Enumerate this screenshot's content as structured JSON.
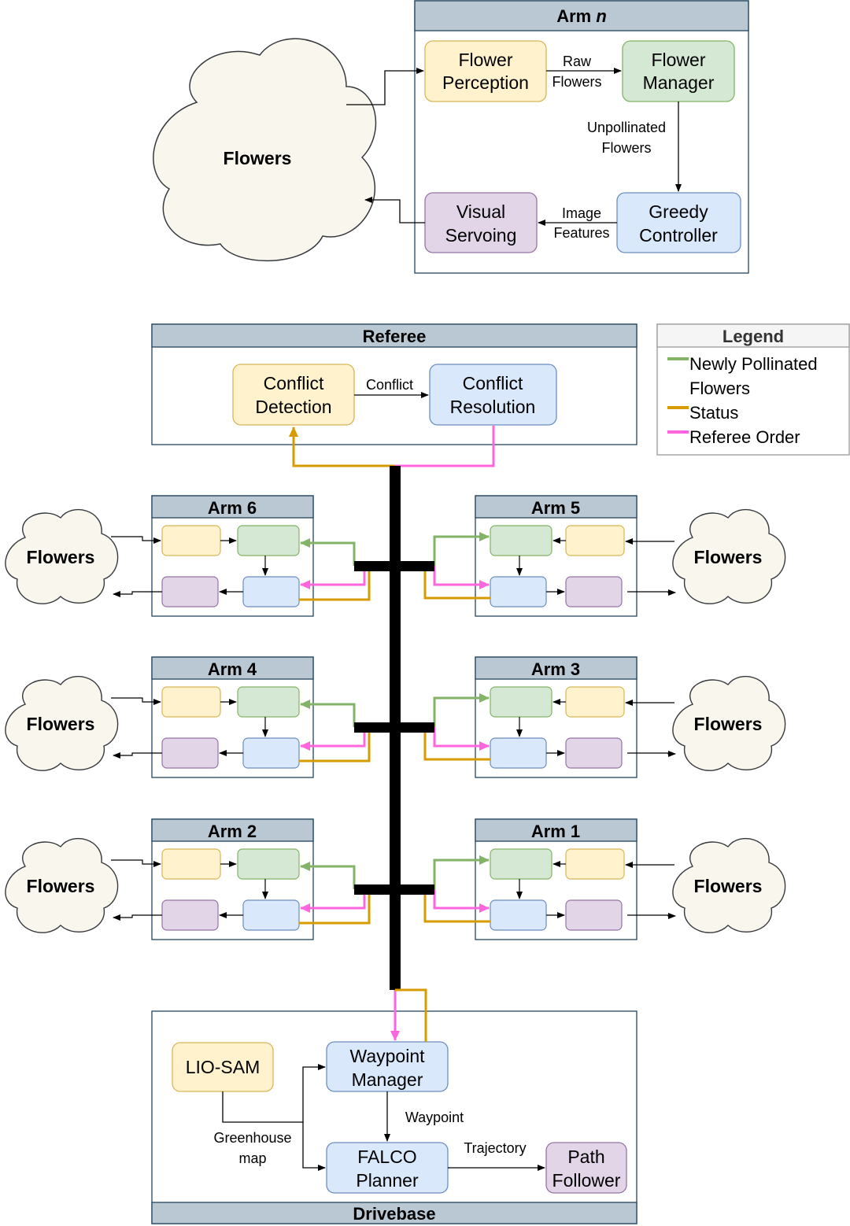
{
  "colors": {
    "yellow_fill": "#fff2cc",
    "yellow_stroke": "#d6b656",
    "green_fill": "#d5e8d4",
    "green_stroke": "#82b366",
    "blue_fill": "#dae8fc",
    "blue_stroke": "#6c8ebf",
    "purple_fill": "#e1d5e7",
    "purple_stroke": "#9673a6",
    "header_fill": "#bac8d3",
    "cloud_fill": "#f9f7ed",
    "green_line": "#82b366",
    "status_line": "#d79b00",
    "order_line": "#ff66dd"
  },
  "arm_n": {
    "title_prefix": "Arm ",
    "title_var": "n",
    "flower_perception": [
      "Flower",
      "Perception"
    ],
    "flower_manager": [
      "Flower",
      "Manager"
    ],
    "greedy_controller": [
      "Greedy",
      "Controller"
    ],
    "visual_servoing": [
      "Visual",
      "Servoing"
    ],
    "raw_flowers": [
      "Raw",
      "Flowers"
    ],
    "unpollinated": [
      "Unpollinated",
      "Flowers"
    ],
    "image_features": [
      "Image",
      "Features"
    ],
    "cloud": "Flowers"
  },
  "referee": {
    "title": "Referee",
    "conflict_detection": [
      "Conflict",
      "Detection"
    ],
    "conflict_resolution": [
      "Conflict",
      "Resolution"
    ],
    "conflict_label": "Conflict"
  },
  "legend": {
    "title": "Legend",
    "items": [
      {
        "lines": [
          "Newly Pollinated",
          "Flowers"
        ],
        "color": "#82b366"
      },
      {
        "lines": [
          "Status"
        ],
        "color": "#d79b00"
      },
      {
        "lines": [
          "Referee Order"
        ],
        "color": "#ff66dd"
      }
    ]
  },
  "arms": [
    {
      "title": "Arm 6",
      "side": "left",
      "row": 0,
      "cloud": "Flowers"
    },
    {
      "title": "Arm 5",
      "side": "right",
      "row": 0,
      "cloud": "Flowers"
    },
    {
      "title": "Arm 4",
      "side": "left",
      "row": 1,
      "cloud": "Flowers"
    },
    {
      "title": "Arm 3",
      "side": "right",
      "row": 1,
      "cloud": "Flowers"
    },
    {
      "title": "Arm 2",
      "side": "left",
      "row": 2,
      "cloud": "Flowers"
    },
    {
      "title": "Arm 1",
      "side": "right",
      "row": 2,
      "cloud": "Flowers"
    }
  ],
  "drivebase": {
    "title": "Drivebase",
    "lio_sam": "LIO-SAM",
    "waypoint_manager": [
      "Waypoint",
      "Manager"
    ],
    "falco_planner": [
      "FALCO",
      "Planner"
    ],
    "path_follower": [
      "Path",
      "Follower"
    ],
    "waypoint_label": "Waypoint",
    "trajectory_label": "Trajectory",
    "greenhouse_map": [
      "Greenhouse",
      "map"
    ]
  }
}
